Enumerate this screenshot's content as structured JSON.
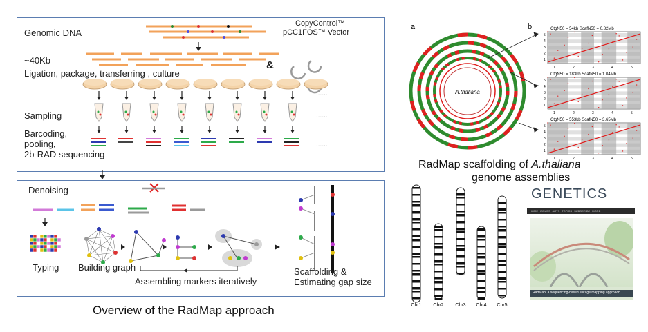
{
  "left_top": {
    "genomic_dna": "Genomic DNA",
    "size_40kb": "~40Kb",
    "ligation": "Ligation, package, transferring , culture",
    "vector": "CopyControl™\npCC1FOS™ Vector",
    "vector_line1": "CopyControl™",
    "vector_line2": "pCC1FOS™ Vector",
    "amp": "&",
    "sampling": "Sampling",
    "barcoding": "Barcoding,",
    "pooling": "pooling,",
    "sequencing": "2b-RAD sequencing",
    "ellipsis": "......"
  },
  "left_bottom": {
    "denoising": "Denoising",
    "typing": "Typing",
    "building_graph": "Building graph",
    "assembling": "Assembling markers iteratively",
    "scaffolding": "Scaffolding &",
    "estimating": "Estimating gap size"
  },
  "captions": {
    "overview": "Overview of the RadMap approach",
    "scaffold_line1_pre": "RadMap scaffolding of ",
    "scaffold_line1_em": "A.thaliana",
    "scaffold_line2": "genome assemblies"
  },
  "right_top": {
    "label_a": "a",
    "label_b": "b",
    "center_label": "A.thaliana",
    "plots": [
      {
        "stats": "CtgN50 = 54kb   ScafN50 = 0.82Mb"
      },
      {
        "stats": "CtgN50 = 183kb  ScafN50 = 1.04Mb"
      },
      {
        "stats": "CtgN50 = 553kb  ScafN50 = 3.65Mb"
      }
    ],
    "y_ticks": [
      "5",
      "4",
      "3",
      "2",
      "1"
    ],
    "x_ticks": [
      "1",
      "2",
      "3",
      "4",
      "5"
    ]
  },
  "chromosomes": [
    "Chr1",
    "Chr2",
    "Chr3",
    "Chr4",
    "Chr5"
  ],
  "genetics": {
    "logo": "GENETICS",
    "nav": [
      "HOME",
      "ISSUES",
      "ARTS",
      "TOPICS",
      "SUBSCRIBE",
      "MORE"
    ],
    "banner": "RadMap: a sequencing-based linkage mapping approach"
  },
  "colors": {
    "panel_border": "#5b7db1",
    "green": "#2e8b2e",
    "red": "#e02020",
    "plot_gray": "#a6a6a6"
  }
}
